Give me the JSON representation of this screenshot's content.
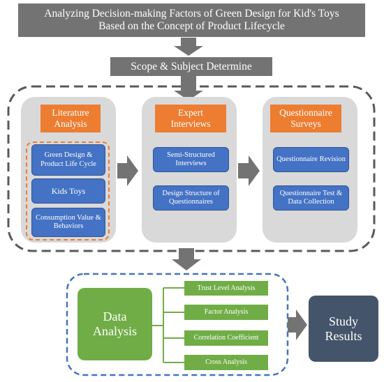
{
  "title": "Analyzing Decision-making Factors of Green Design for Kid's Toys Based on the Concept of Product Lifecycle",
  "scope": "Scope & Subject Determine",
  "columns": [
    {
      "header": "Literature Analysis",
      "items": [
        "Green Design & Product Life Cycle",
        "Kids Toys",
        "Consumption Value & Behaviors"
      ]
    },
    {
      "header": "Expert Interviews",
      "items": [
        "Semi-Structured Interviews",
        "Design Structure of Questionnaires"
      ]
    },
    {
      "header": "Questionnaire Surveys",
      "items": [
        "Questionnaire Revision",
        "Questionnaire Test & Data Collection"
      ]
    }
  ],
  "analysis": {
    "main": "Data Analysis",
    "methods": [
      "Trust Level Analysis",
      "Factor Analysis",
      "Correlation Coefficient",
      "Cross Analysis"
    ]
  },
  "result": "Study Results",
  "colors": {
    "gray": "#737373",
    "orange": "#ED7D31",
    "blue": "#4472C4",
    "green": "#70AD47",
    "navy": "#44546A",
    "panel": "#D9D9D9"
  }
}
